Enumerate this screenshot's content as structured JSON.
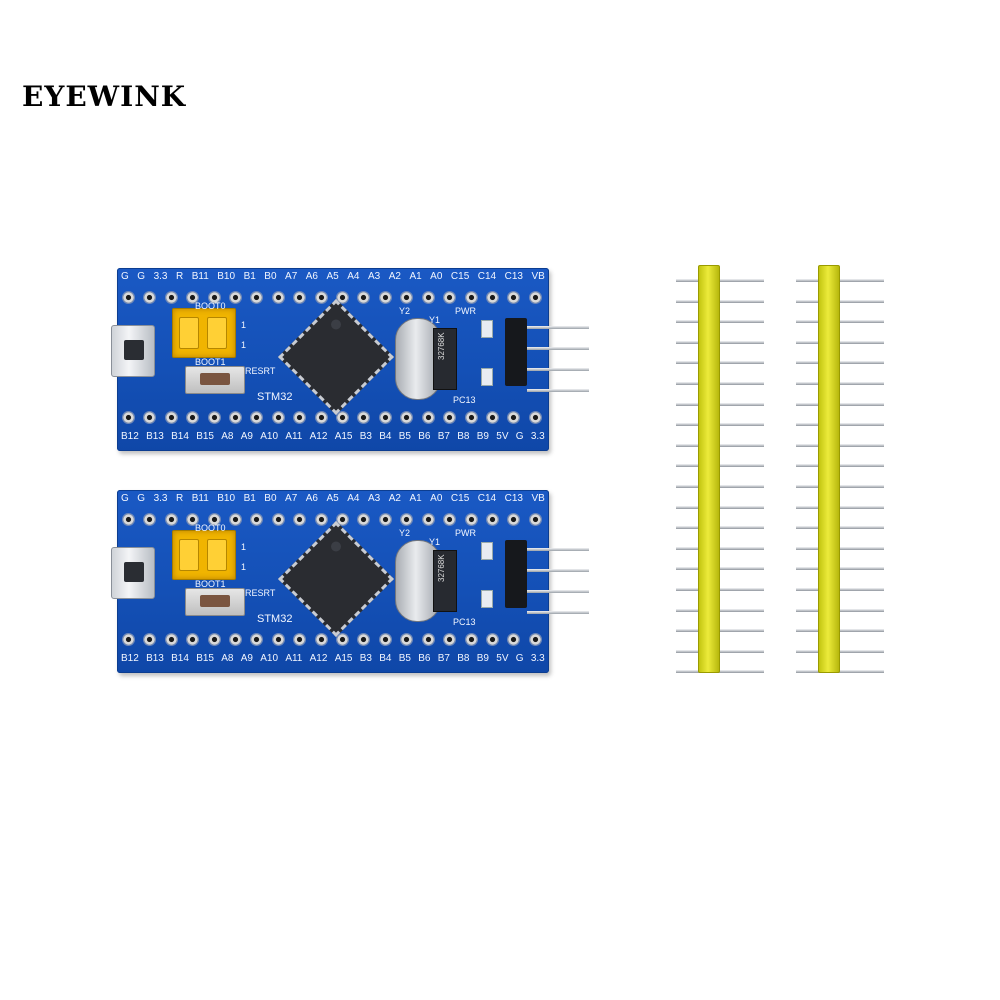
{
  "brand": "EYEWINK",
  "board": {
    "top_pin_labels": [
      "G",
      "G",
      "3.3",
      "R",
      "B11",
      "B10",
      "B1",
      "B0",
      "A7",
      "A6",
      "A5",
      "A4",
      "A3",
      "A2",
      "A1",
      "A0",
      "C15",
      "C14",
      "C13",
      "VB"
    ],
    "bottom_pin_labels": [
      "B12",
      "B13",
      "B14",
      "B15",
      "A8",
      "A9",
      "A10",
      "A11",
      "A12",
      "A15",
      "B3",
      "B4",
      "B5",
      "B6",
      "B7",
      "B8",
      "B9",
      "5V",
      "G",
      "3.3"
    ],
    "boot0_label": "BOOT0",
    "boot1_label": "BOOT1",
    "reset_label": "RESRT",
    "chip_label": "STM32",
    "y2_label": "Y2",
    "y1_label": "Y1",
    "pwr_label": "PWR",
    "pc13_label": "PC13",
    "crystal_label": "32768K",
    "jumper_mark": "1"
  },
  "pin_headers": {
    "count": 2,
    "pins_per_header": 20
  },
  "colors": {
    "pcb": "#1450b6",
    "jumper": "#f0b400",
    "header_plastic": "#e0df2a"
  }
}
